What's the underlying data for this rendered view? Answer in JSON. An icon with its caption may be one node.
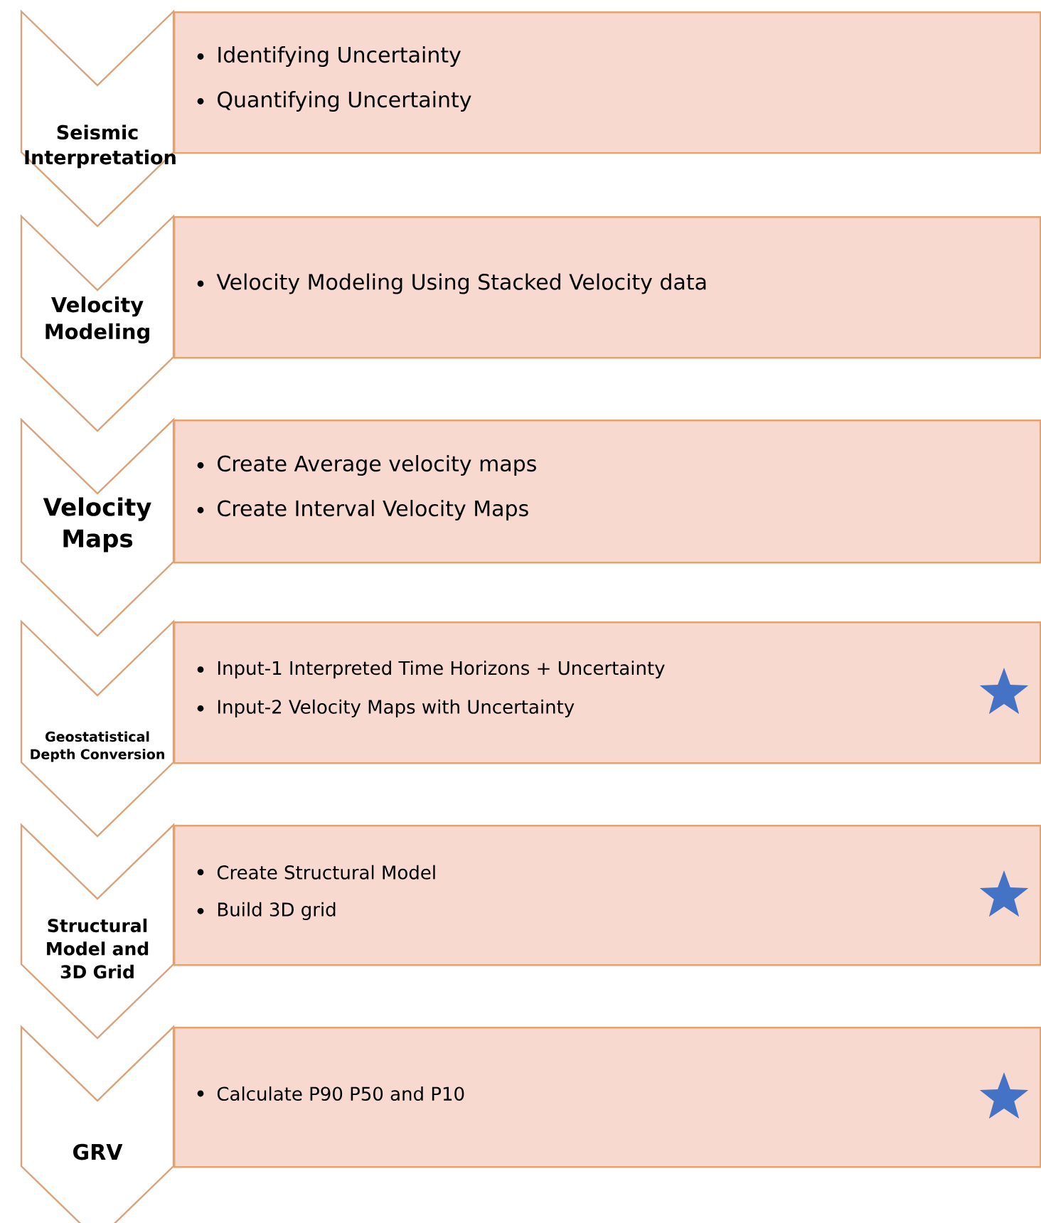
{
  "diagram": {
    "nodes": [
      {
        "text": [
          "Seismic Interpretation"
        ]
      },
      {
        "text": [
          "Identifying Uncertainty",
          "Quantifying Uncertainty"
        ]
      },
      {
        "text": [
          "Velocity Modeling"
        ]
      },
      {
        "text": [
          "Velocity Modeling Using Stacked Velocity data"
        ]
      },
      {
        "text": [
          "Velocity Maps"
        ]
      },
      {
        "text": [
          "Create Average velocity maps",
          "Create Interval Velocity Maps"
        ]
      },
      {
        "text": [
          "Geostatistical Depth Conversion"
        ]
      },
      {
        "text": [
          "Input-1 Interpreted Time Horizons + Uncertainty",
          "Input-2 Velocity Maps with Uncertainty"
        ]
      },
      {
        "text": [],
        "shape": "star",
        "in": 7
      },
      {
        "text": [
          "Structural Model and 3D Grid"
        ]
      },
      {
        "text": [
          "Create Structural Model",
          "Build 3D grid"
        ]
      },
      {
        "text": [],
        "shape": "star",
        "in": 10
      },
      {
        "text": [
          "GRV"
        ]
      },
      {
        "text": [
          "Calculate P90 P50 and P10"
        ]
      },
      {
        "text": [],
        "shape": "star",
        "in": 13
      }
    ]
  }
}
